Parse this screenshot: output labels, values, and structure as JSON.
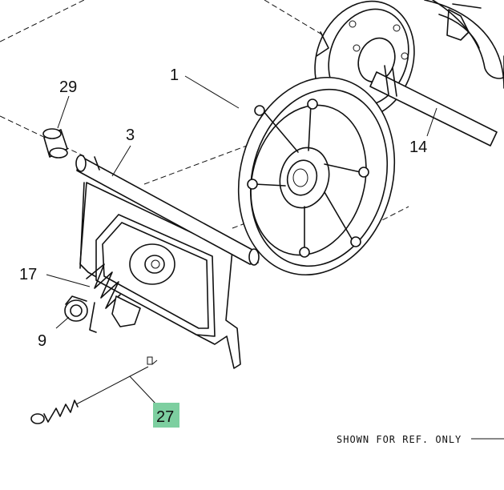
{
  "callouts": {
    "c1": "1",
    "c3": "3",
    "c9": "9",
    "c14": "14",
    "c17": "17",
    "c27": "27",
    "c29": "29"
  },
  "highlight_color": "#7dcfa0",
  "note": "SHOWN FOR REF. ONLY"
}
